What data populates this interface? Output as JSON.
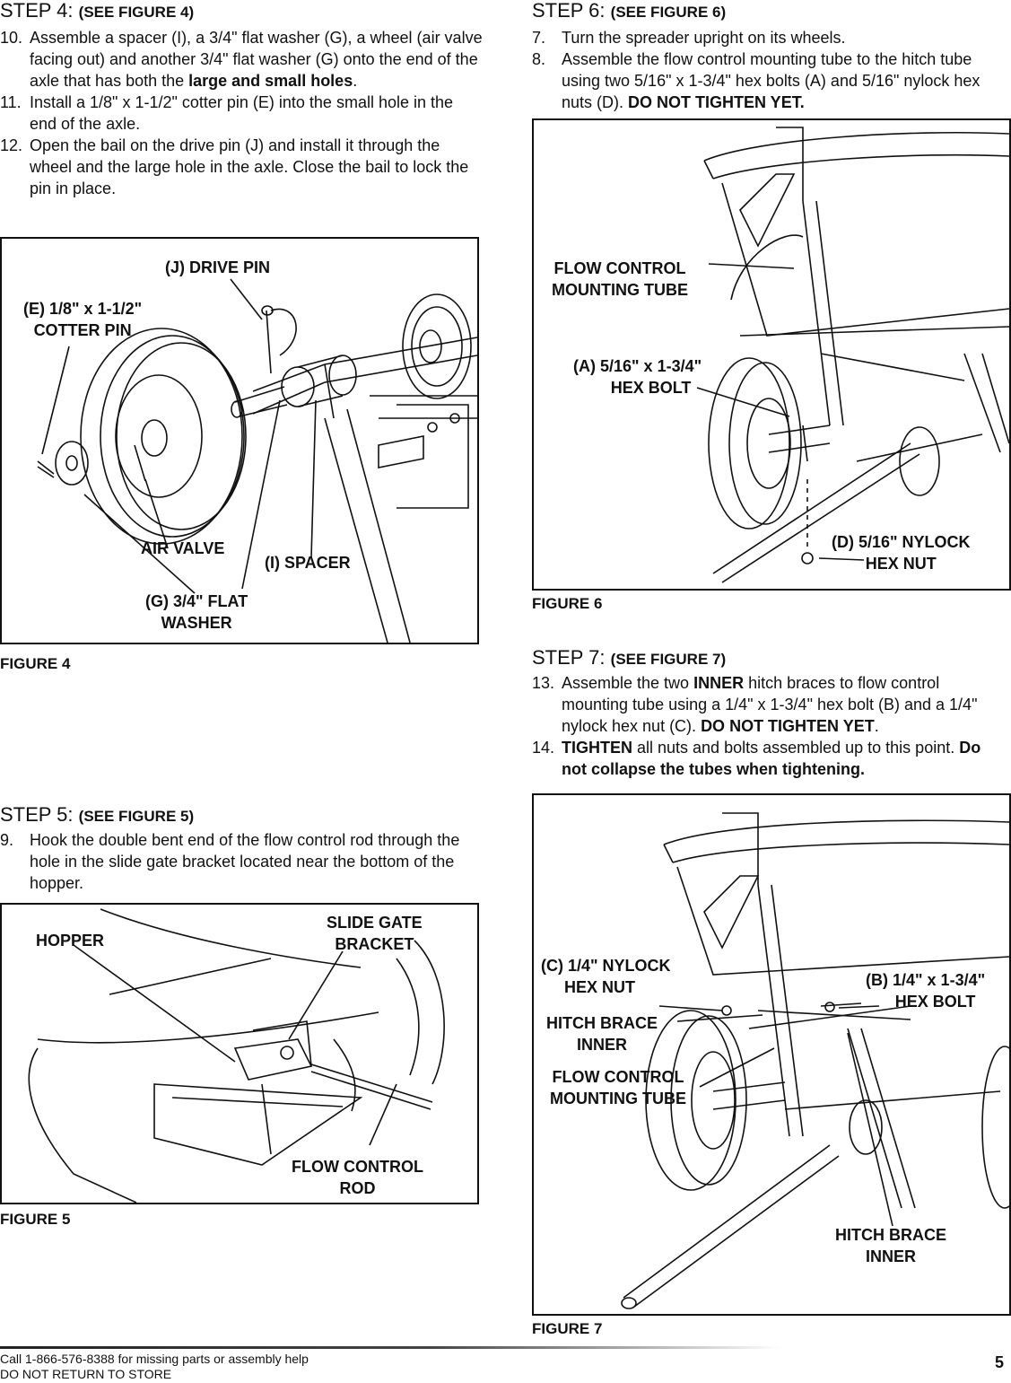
{
  "step4": {
    "title": "STEP 4:",
    "see": "(SEE FIGURE 4)",
    "items": [
      {
        "num": "10.",
        "pre": "Assemble a spacer (I), a 3/4\" flat washer (G), a wheel (air valve facing out) and another 3/4\" flat washer (G) onto the end of the axle that has both the ",
        "bold": "large and small holes",
        "post": "."
      },
      {
        "num": "11.",
        "pre": "Install a 1/8\" x 1-1/2\" cotter pin (E) into the small hole in the end of the axle.",
        "bold": "",
        "post": ""
      },
      {
        "num": "12.",
        "pre": "Open the bail on the drive pin (J) and install it through the wheel and the large hole in the axle. Close the bail to lock the pin in place.",
        "bold": "",
        "post": ""
      }
    ]
  },
  "figure4": {
    "caption": "FIGURE 4",
    "labels": {
      "drive_pin": "(J) DRIVE PIN",
      "cotter_pin_1": "(E) 1/8\" x 1-1/2\"",
      "cotter_pin_2": "COTTER PIN",
      "air_valve": "AIR VALVE",
      "spacer": "(I) SPACER",
      "washer_1": "(G) 3/4\" FLAT",
      "washer_2": "WASHER"
    }
  },
  "step5": {
    "title": "STEP 5:",
    "see": "(SEE FIGURE 5)",
    "items": [
      {
        "num": "9.",
        "pre": "Hook the double bent end of the flow control rod through the hole in the slide gate bracket located near the bottom of the hopper.",
        "bold": "",
        "post": ""
      }
    ]
  },
  "figure5": {
    "caption": "FIGURE 5",
    "labels": {
      "hopper": "HOPPER",
      "slide_gate_1": "SLIDE GATE",
      "slide_gate_2": "BRACKET",
      "flow_rod_1": "FLOW CONTROL",
      "flow_rod_2": "ROD"
    }
  },
  "step6": {
    "title": "STEP 6:",
    "see": "(SEE FIGURE 6)",
    "items": [
      {
        "num": "7.",
        "pre": "Turn the spreader upright on its wheels.",
        "bold": "",
        "post": ""
      },
      {
        "num": "8.",
        "pre": "Assemble the flow control mounting tube to the hitch tube using two 5/16\" x 1-3/4\" hex bolts (A) and 5/16\" nylock hex nuts (D). ",
        "bold": "DO NOT TIGHTEN YET.",
        "post": ""
      }
    ]
  },
  "figure6": {
    "caption": "FIGURE 6",
    "labels": {
      "flow_tube_1": "FLOW CONTROL",
      "flow_tube_2": "MOUNTING TUBE",
      "hex_bolt_1": "(A) 5/16\" x 1-3/4\"",
      "hex_bolt_2": "HEX BOLT",
      "nylock_1": "(D) 5/16\" NYLOCK",
      "nylock_2": "HEX NUT"
    }
  },
  "step7": {
    "title": "STEP 7:",
    "see": "(SEE FIGURE 7)",
    "items": [
      {
        "num": "13.",
        "pre": "Assemble the two ",
        "bold": "INNER",
        "post": " hitch braces to flow control mounting tube using a 1/4\" x 1-3/4\" hex bolt (B) and a 1/4\" nylock hex nut (C).  ",
        "bold2": "DO NOT TIGHTEN YET",
        "post2": "."
      },
      {
        "num": "14.",
        "pre": "",
        "bold": "TIGHTEN",
        "post": " all nuts and bolts assembled up to this point. ",
        "bold2": "Do not collapse the tubes when tightening.",
        "post2": ""
      }
    ]
  },
  "figure7": {
    "caption": "FIGURE 7",
    "labels": {
      "nylock_1": "(C) 1/4\" NYLOCK",
      "nylock_2": "HEX NUT",
      "hex_bolt_1": "(B) 1/4\" x 1-3/4\"",
      "hex_bolt_2": "HEX BOLT",
      "brace_top_1": "HITCH BRACE",
      "brace_top_2": "INNER",
      "flow_tube_1": "FLOW CONTROL",
      "flow_tube_2": "MOUNTING TUBE",
      "brace_bottom_1": "HITCH BRACE",
      "brace_bottom_2": "INNER"
    }
  },
  "footer": {
    "line1": "Call 1-866-576-8388 for missing parts or assembly help",
    "line2": "DO NOT RETURN TO STORE",
    "page": "5"
  }
}
